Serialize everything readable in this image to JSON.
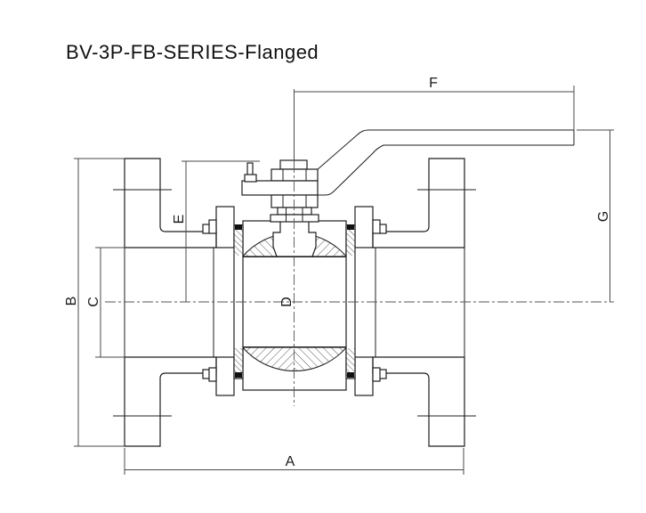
{
  "title": "BV-3P-FB-SERIES-Flanged",
  "drawing_type": "ball valve cross-section, 3-piece flanged body",
  "dimension_labels": {
    "A": "A",
    "B": "B",
    "C": "C",
    "D": "D",
    "E": "E",
    "F": "F",
    "G": "G"
  },
  "dimension_meanings": {
    "A": "face-to-face length (bottom)",
    "B": "flange outside diameter (left)",
    "C": "port bore diameter (left)",
    "D": "ball bore (center)",
    "E": "centerline to stem top (left of stem)",
    "F": "stem centerline to handle end (top)",
    "G": "centerline to handle height (right)"
  },
  "colors": {
    "line": "#1f1f1f",
    "dimension_line": "#4a4a4a",
    "centerline": "#555555",
    "hatch": "#2e2e2e",
    "background": "#ffffff"
  }
}
